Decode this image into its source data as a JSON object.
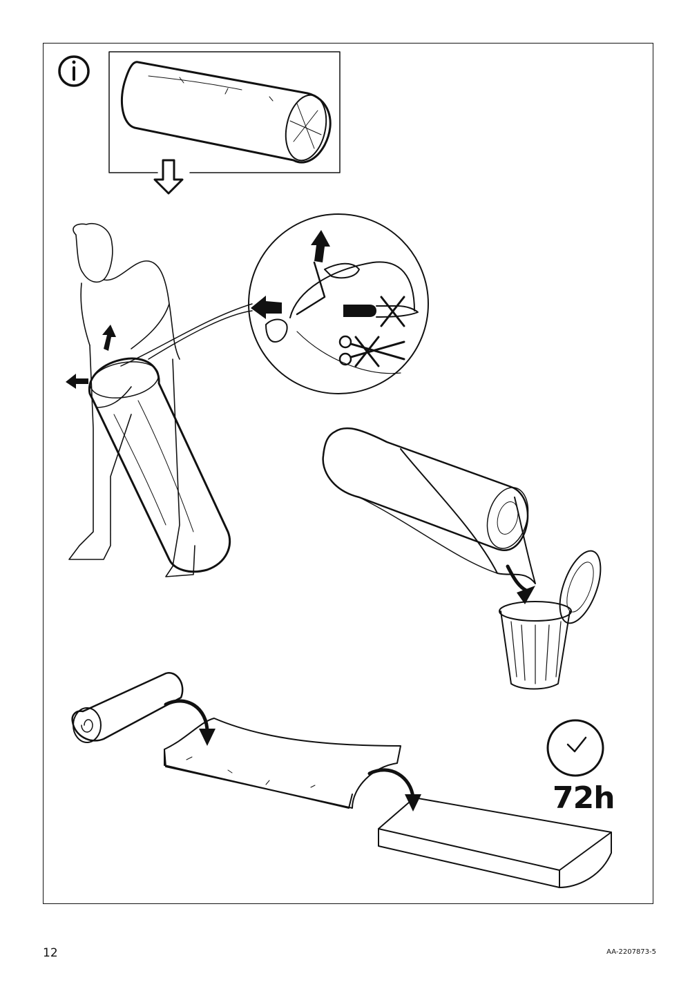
{
  "page": {
    "page_number": "12",
    "document_code": "AA-2207873-5"
  },
  "step": {
    "wait_time": "72h"
  },
  "icons": {
    "info": "info-icon",
    "down_arrow": "down-arrow-icon",
    "no_knife": "no-knife-icon",
    "no_scissors": "no-scissors-icon",
    "clock": "clock-icon",
    "trash_bin": "trash-bin-icon"
  },
  "colors": {
    "line": "#111111",
    "background": "#ffffff"
  }
}
